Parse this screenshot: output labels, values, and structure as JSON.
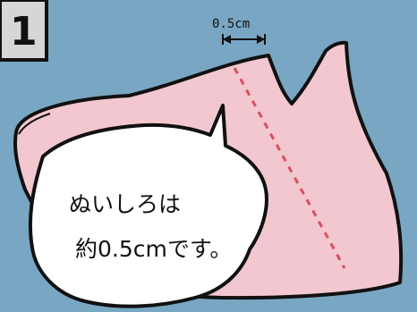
{
  "step_box": {
    "number": "1"
  },
  "measurement": {
    "label": "0.5cm"
  },
  "speech_bubble": {
    "line1": "ぬいしろは",
    "line2": "約0.5cmです。"
  },
  "colors": {
    "background": "#79a6c2",
    "fabric": "#f2c7cf",
    "outline": "#111111",
    "seam_line": "#d94f5f",
    "bubble": "#ffffff",
    "step_box": "#d6d6d6"
  }
}
